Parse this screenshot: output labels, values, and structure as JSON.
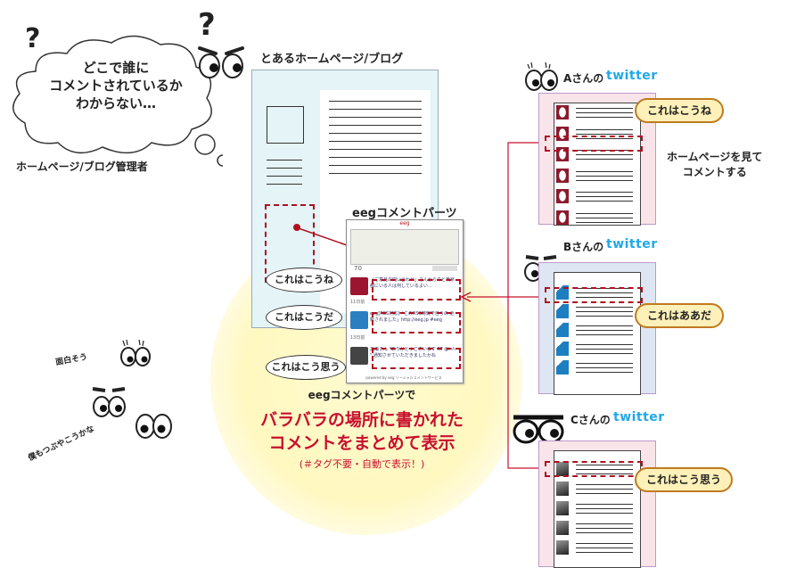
{
  "cloud": {
    "text": "どこで誰に\nコメントされているか\nわからない…",
    "q1": "?",
    "q2": "?"
  },
  "admin_label": "ホームページ/ブログ管理者",
  "homepage_label": "とあるホームページ/ブログ",
  "parts_label": "eegコメントパーツ",
  "widget": {
    "counter": "70",
    "entries": [
      {
        "text": "「ご意見の問い合わせ」さんからのと東京都にいる人は何しているよい…",
        "time": "11日前"
      },
      {
        "text": "eeg[RSS対応]「このRSS時間で自らの 更新されました」http://eeg.jp #eeg",
        "time": "13日前"
      },
      {
        "text": "黒瀬さん \"ありがとうございます RT @i 人 \" 通知させていただきましたかね",
        "time": ""
      }
    ],
    "footer": "powered by eeg ソーシャルコメントサービス"
  },
  "left_bubbles": [
    "これはこうね",
    "これはこうだ",
    "これはこう思う"
  ],
  "faces_text": [
    "面白そう",
    "僕もつぶやこうかな"
  ],
  "caption": {
    "sub": "eegコメントパーツで",
    "main1": "バラバラの場所に書かれた",
    "main2": "コメントをまとめて表示",
    "note": "(＃タグ不要・自動で表示！)"
  },
  "users": [
    {
      "label": "Aさんの",
      "logo": "twitter",
      "bubble": "これはこうね"
    },
    {
      "label": "Bさんの",
      "logo": "twitter",
      "bubble": "これはああだ"
    },
    {
      "label": "Cさんの",
      "logo": "twitter",
      "bubble": "これはこう思う"
    }
  ],
  "right_note": "ホームページを見て\nコメントする",
  "colors": {
    "accent_red": "#c8102e",
    "twitter_blue": "#21a8e8",
    "bubble_yellow": "#fdf0b8"
  }
}
